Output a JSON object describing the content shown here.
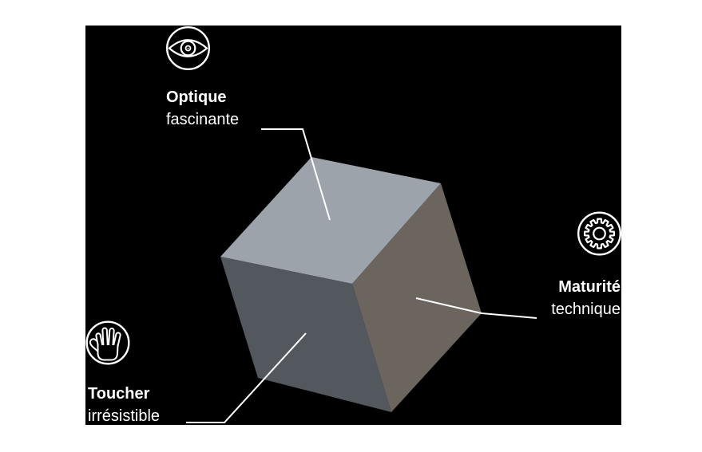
{
  "diagram": {
    "type": "labeled-3d-cube-infographic",
    "page_background": "#ffffff",
    "panel_background": "#000000",
    "line_color": "#ffffff",
    "text_color": "#ffffff",
    "cube": {
      "top_face_color": "#9da3aa",
      "front_face_color": "#52585e",
      "right_face_color": "#6b655e"
    },
    "labels": {
      "optique": {
        "title": "Optique",
        "subtitle": "fascinante",
        "icon": "eye-icon"
      },
      "maturite": {
        "title": "Maturité",
        "subtitle": "technique",
        "icon": "gear-icon"
      },
      "toucher": {
        "title": "Toucher",
        "subtitle": "irrésistible",
        "icon": "hand-icon"
      }
    }
  }
}
